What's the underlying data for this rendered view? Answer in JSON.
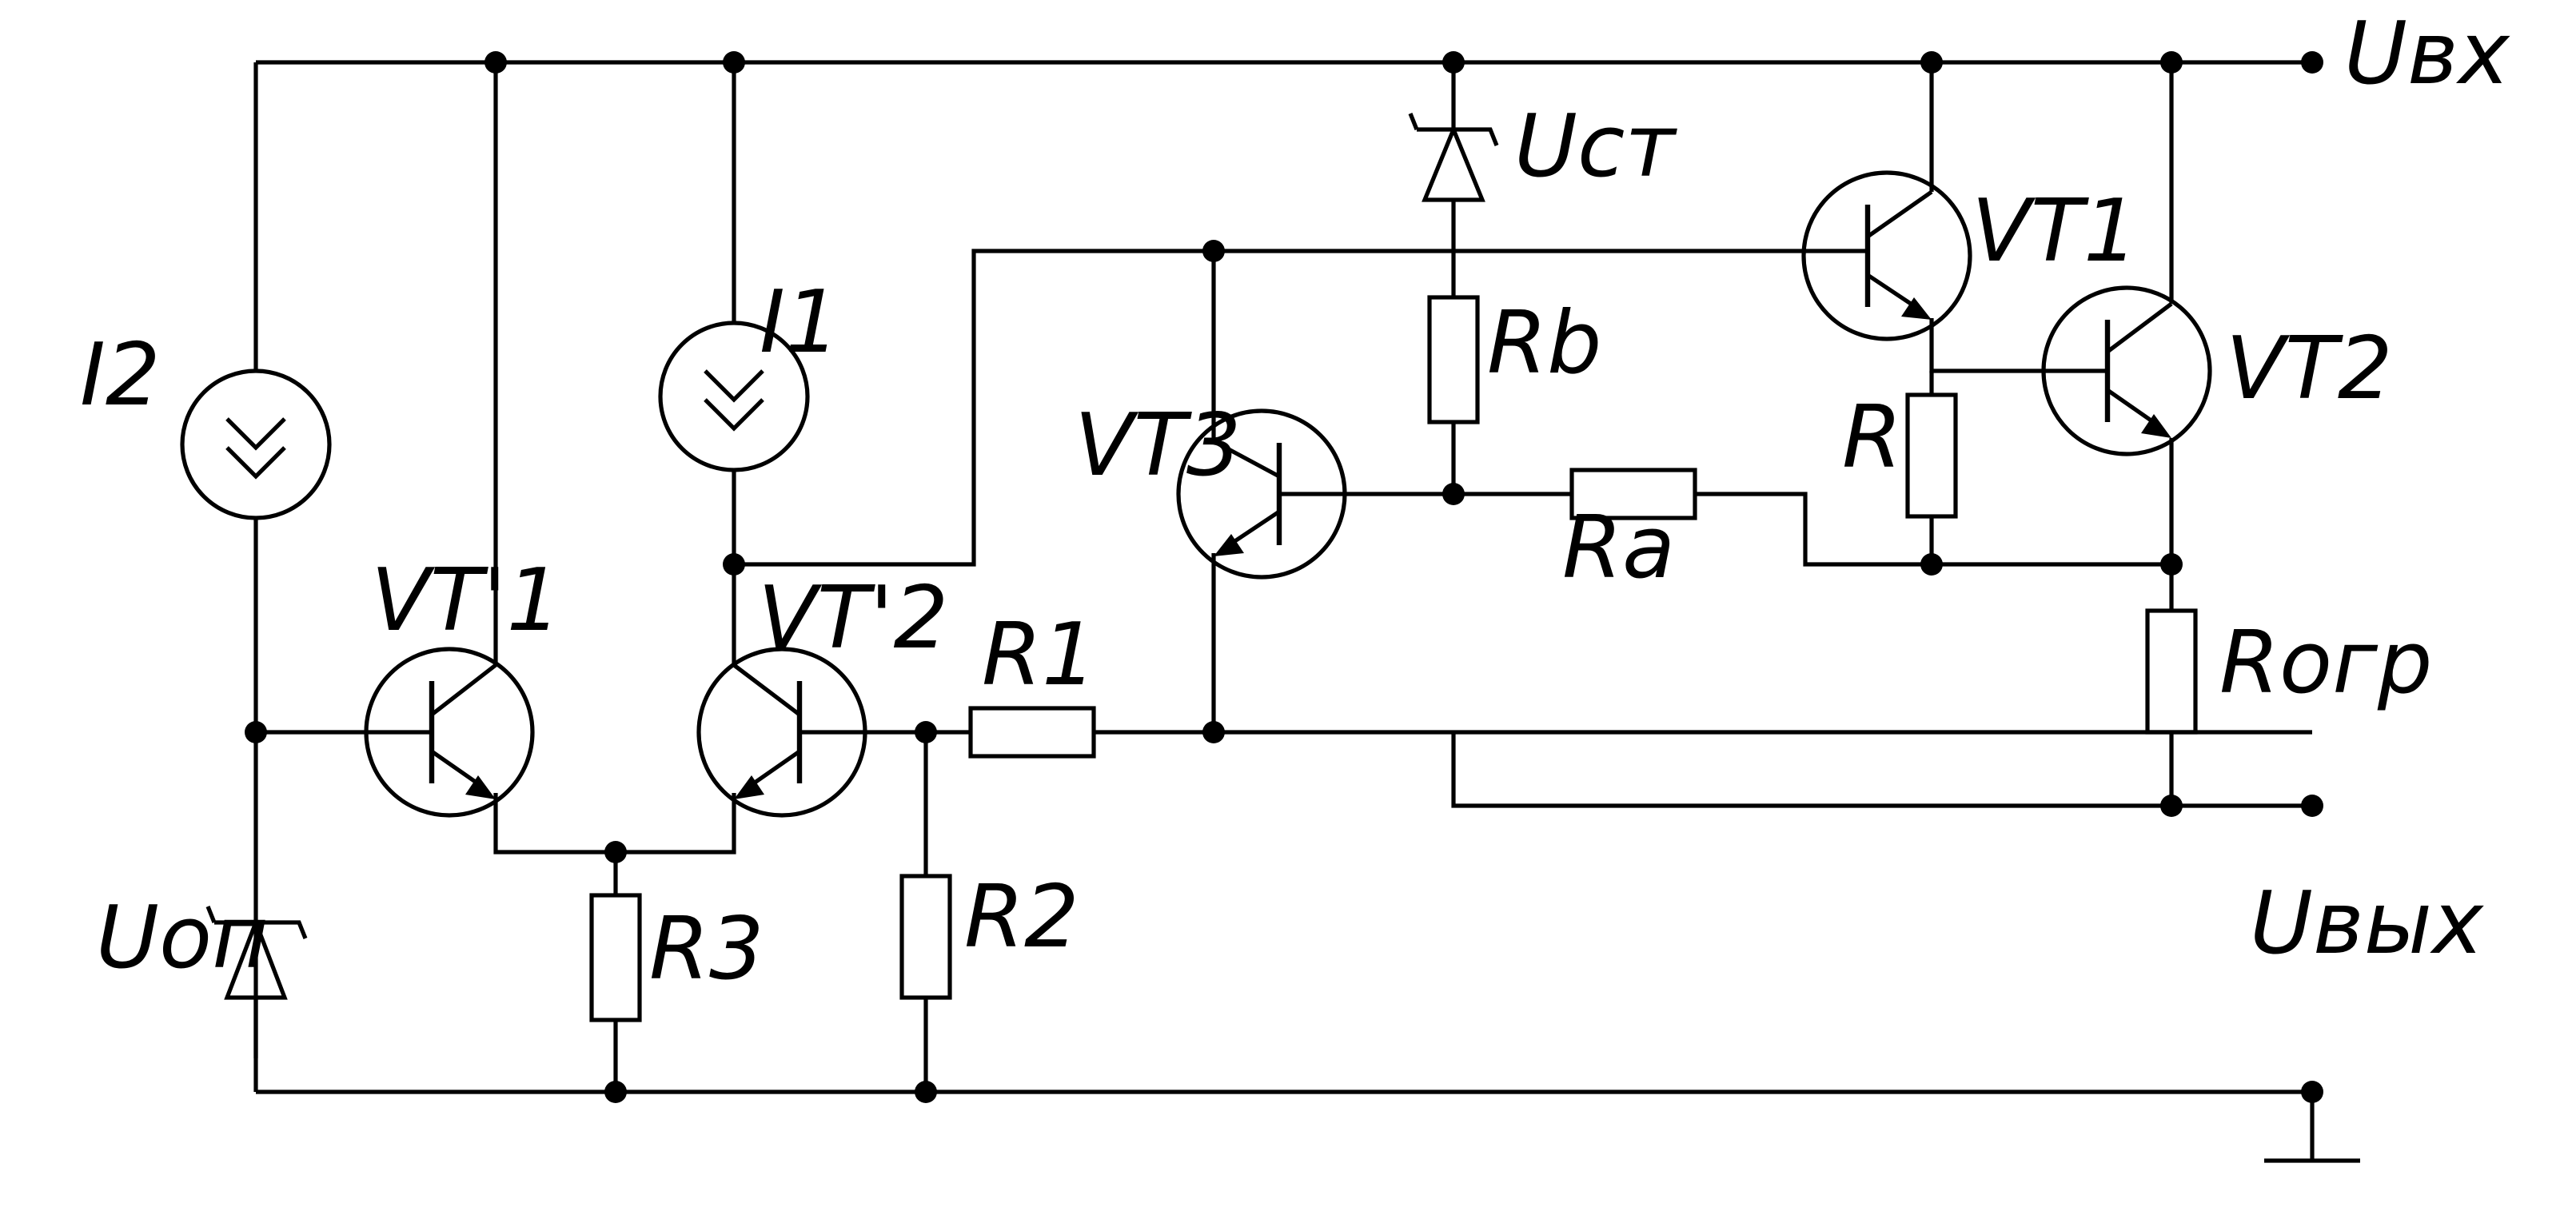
{
  "labels": {
    "uvx": "Uвх",
    "uvyx": "Uвых",
    "ust": "Uст",
    "uop": "Uоп",
    "i1": "I1",
    "i2": "I2",
    "vt1": "VT1",
    "vt2": "VT2",
    "vt3": "VT3",
    "vtp1": "VT'1",
    "vtp2": "VT'2",
    "r": "R",
    "ra": "Ra",
    "rb": "Rb",
    "r1": "R1",
    "r2": "R2",
    "r3": "R3",
    "rogr": "Rогр"
  }
}
